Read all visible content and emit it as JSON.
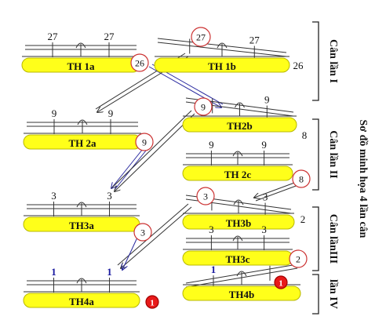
{
  "colors": {
    "bar_fill": "#ffff1a",
    "bar_stroke": "#b8b800",
    "circle_stroke": "#cc3333",
    "highlight_fill": "#e81a1a",
    "arrow_blue": "#2a2aa0",
    "arrow_black": "#333333",
    "bracket": "#222222",
    "blue_text": "#1a1aa0"
  },
  "balances": [
    {
      "id": "th1a",
      "label": "TH 1a",
      "left": "27",
      "right": "27",
      "tilted": false,
      "left_blue": false,
      "right_blue": false
    },
    {
      "id": "th1b",
      "label": "TH 1b",
      "left": "",
      "right": "27",
      "tilted": true,
      "left_blue": false,
      "right_blue": false
    },
    {
      "id": "th2a",
      "label": "TH 2a",
      "left": "9",
      "right": "9",
      "tilted": false,
      "left_blue": false,
      "right_blue": false
    },
    {
      "id": "th2b",
      "label": "TH2b",
      "left": "",
      "right": "9",
      "tilted": true,
      "left_blue": false,
      "right_blue": false
    },
    {
      "id": "th2c",
      "label": "TH 2c",
      "left": "9",
      "right": "9",
      "tilted": false,
      "left_blue": false,
      "right_blue": false
    },
    {
      "id": "th3a",
      "label": "TH3a",
      "left": "3",
      "right": "3",
      "tilted": false,
      "left_blue": false,
      "right_blue": false
    },
    {
      "id": "th3b",
      "label": "TH3b",
      "left": "",
      "right": "3",
      "tilted": true,
      "left_blue": false,
      "right_blue": false
    },
    {
      "id": "th3c",
      "label": "TH3c",
      "left": "3",
      "right": "3",
      "tilted": false,
      "left_blue": false,
      "right_blue": false
    },
    {
      "id": "th4a",
      "label": "TH4a",
      "left": "1",
      "right": "1",
      "tilted": false,
      "left_blue": true,
      "right_blue": true
    },
    {
      "id": "th4b",
      "label": "TH4b",
      "left": "1",
      "right": "",
      "tilted": true,
      "left_blue": true,
      "right_blue": false
    }
  ],
  "circled_numbers": [
    {
      "id": "c27",
      "text": "27",
      "highlight": false
    },
    {
      "id": "c26",
      "text": "26",
      "highlight": false
    },
    {
      "id": "c9a",
      "text": "9",
      "highlight": false
    },
    {
      "id": "c9b",
      "text": "9",
      "highlight": false
    },
    {
      "id": "c8",
      "text": "8",
      "highlight": false
    },
    {
      "id": "c3a",
      "text": "3",
      "highlight": false
    },
    {
      "id": "c3b",
      "text": "3",
      "highlight": false
    },
    {
      "id": "c2",
      "text": "2",
      "highlight": false
    },
    {
      "id": "c1a",
      "text": "1",
      "highlight": true
    },
    {
      "id": "c1b",
      "text": "1",
      "highlight": true
    }
  ],
  "side_numbers": [
    {
      "id": "s26",
      "text": "26"
    },
    {
      "id": "s8",
      "text": "8"
    },
    {
      "id": "s2",
      "text": "2"
    }
  ],
  "brackets": [
    {
      "id": "can1",
      "label": "Cân lần I"
    },
    {
      "id": "can2",
      "label": "Cân lần II"
    },
    {
      "id": "can3",
      "label": "Cân lầnIII"
    },
    {
      "id": "can4",
      "label": "lần IV"
    }
  ],
  "vertical_title": "Sơ đồ minh họa 4 lần cân"
}
